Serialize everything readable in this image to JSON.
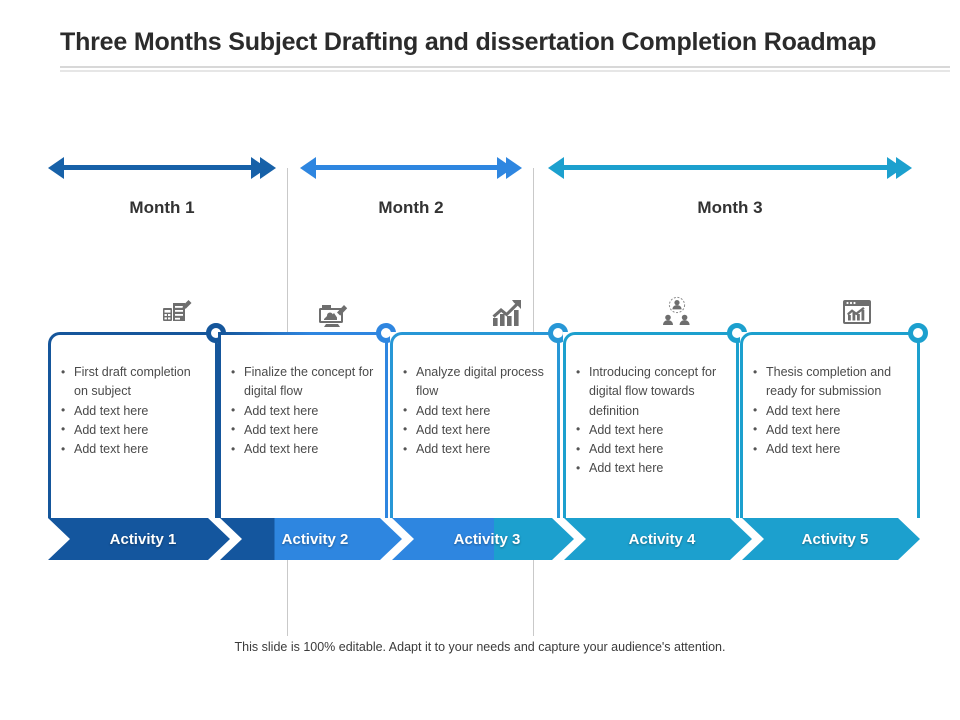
{
  "slide": {
    "title": "Three Months Subject Drafting and dissertation Completion Roadmap",
    "footer": "This slide is 100% editable. Adapt it to your needs and capture your audience's attention."
  },
  "colors": {
    "month1": "#1761A8",
    "month2": "#2E86E0",
    "month3": "#1CA0CE",
    "card1_border": "#15569B",
    "card2_border": "#2F86E0",
    "card3_border": "#2797D6",
    "card4_border": "#1CA0CE",
    "card5_border": "#1CA0CE",
    "banner1": "#14569E",
    "banner2": "#2E86E0",
    "banner3": "#2E86E0",
    "banner4": "#1CA0CE",
    "banner5": "#1CA0CE",
    "icon_gray": "#6E6E6E",
    "divider": "#c9c9c9",
    "text": "#4a4a4a"
  },
  "months": [
    {
      "label": "Month 1",
      "color": "#1761A8"
    },
    {
      "label": "Month 2",
      "color": "#2E86E0"
    },
    {
      "label": "Month 3",
      "color": "#1CA0CE"
    }
  ],
  "cards": [
    {
      "icon": "document-edit-icon",
      "bullets": [
        "First draft completion on subject",
        "Add text here",
        "Add text here",
        "Add text here"
      ],
      "activity": "Activity 1"
    },
    {
      "icon": "presentation-screen-icon",
      "bullets": [
        "Finalize the concept for digital flow",
        "Add text here",
        "Add text here",
        "Add text here"
      ],
      "activity": "Activity 2"
    },
    {
      "icon": "growth-chart-icon",
      "bullets": [
        "Analyze digital process flow",
        "Add text here",
        "Add text here",
        "Add text here"
      ],
      "activity": "Activity 3"
    },
    {
      "icon": "team-hierarchy-icon",
      "bullets": [
        "Introducing concept for digital flow towards definition",
        "Add text here",
        "Add text here",
        "Add text here"
      ],
      "activity": "Activity 4"
    },
    {
      "icon": "dashboard-chart-icon",
      "bullets": [
        "Thesis completion and ready for submission",
        "Add text here",
        "Add text here",
        "Add text here"
      ],
      "activity": "Activity 5"
    }
  ]
}
